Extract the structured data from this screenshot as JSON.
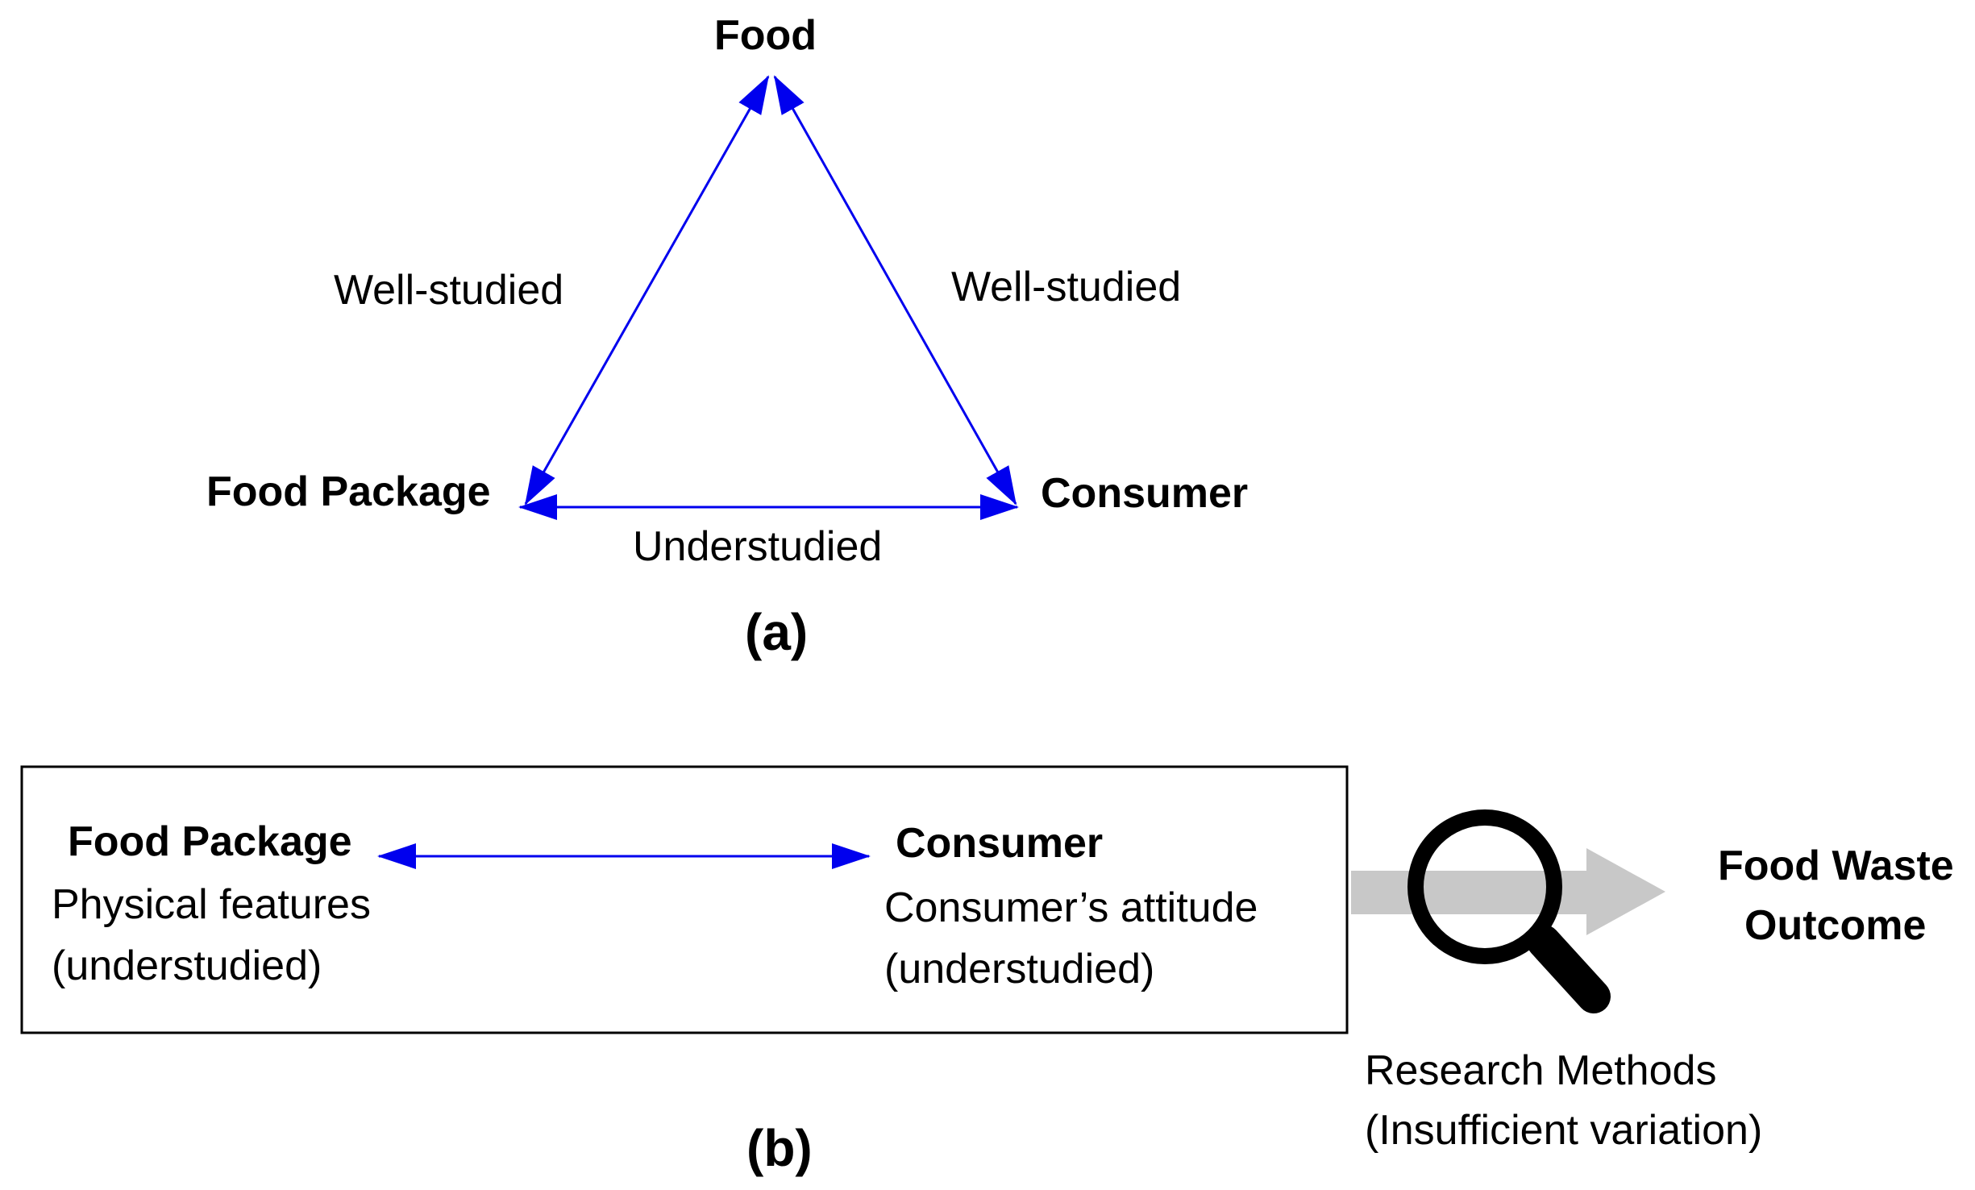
{
  "panel_a": {
    "caption": "(a)",
    "nodes": {
      "food": "Food",
      "food_package": "Food Package",
      "consumer": "Consumer"
    },
    "edges": {
      "left": "Well-studied",
      "right": "Well-studied",
      "bottom": "Understudied"
    }
  },
  "panel_b": {
    "caption": "(b)",
    "food_package": {
      "title": "Food Package",
      "line1": "Physical features",
      "line2": "(understudied)"
    },
    "consumer": {
      "title": "Consumer",
      "line1": "Consumer’s attitude",
      "line2": "(understudied)"
    },
    "outcome": {
      "line1": "Food Waste",
      "line2": "Outcome"
    },
    "methods": {
      "line1": "Research Methods",
      "line2": "(Insufficient variation)"
    }
  },
  "colors": {
    "arrow": "#0000ee",
    "grey_arrow": "#c8c8c8",
    "box": "#000000",
    "magnifier": "#000000"
  }
}
